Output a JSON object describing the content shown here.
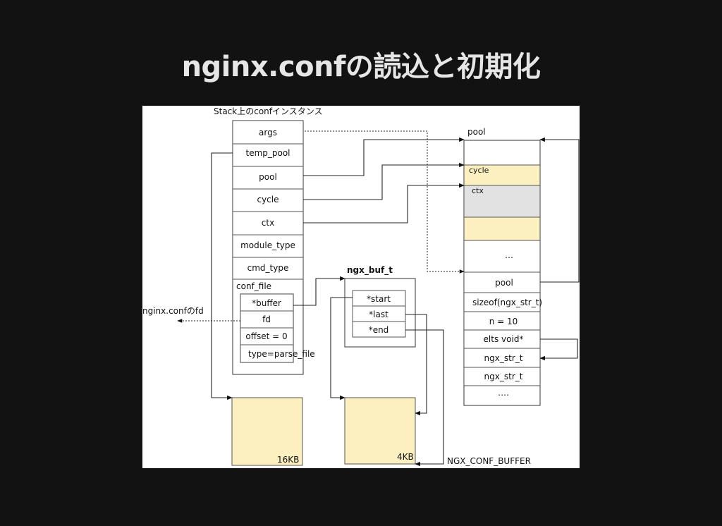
{
  "title": "nginx.confの読込と初期化",
  "diagram": {
    "stack_label": "Stack上のconfインスタンス",
    "conf_fields": [
      "args",
      "temp_pool",
      "pool",
      "cycle",
      "ctx",
      "module_type",
      "cmd_type"
    ],
    "conf_file": {
      "label": "conf_file",
      "fields": [
        "*buffer",
        "fd",
        "offset = 0",
        "type=parse_file"
      ]
    },
    "fd_label": "nginx.confのfd",
    "ngx_buf_t": {
      "label": "ngx_buf_t",
      "fields": [
        "*start",
        "*last",
        "*end"
      ]
    },
    "pool": {
      "label": "pool",
      "fields": [
        "cycle",
        "ctx",
        "",
        "…",
        "pool",
        "sizeof(ngx_str_t)",
        "n = 10",
        "elts void*",
        "ngx_str_t",
        "ngx_str_t",
        "…."
      ]
    },
    "buffer_16kb": "16KB",
    "buffer_4kb": "4KB",
    "ngx_conf_buffer_label": "NGX_CONF_BUFFER",
    "colors": {
      "highlight": "#fdf0c0",
      "shade": "#e2e2e2",
      "background": "#121212"
    }
  }
}
